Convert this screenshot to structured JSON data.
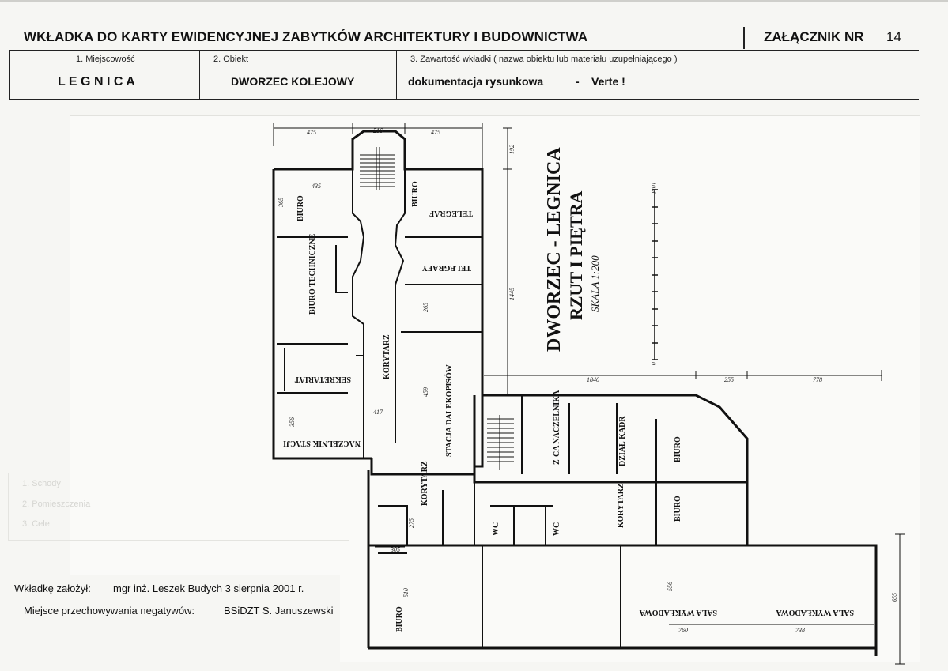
{
  "header": {
    "title": "WKŁADKA DO KARTY EWIDENCYJNEJ ZABYTKÓW ARCHITEKTURY I BUDOWNICTWA",
    "annex_label": "ZAŁĄCZNIK NR",
    "annex_number": "14"
  },
  "fields": {
    "place_label": "1. Miejscowość",
    "place_value": "L E G N I C A",
    "object_label": "2. Obiekt",
    "object_value": "DWORZEC KOLEJOWY",
    "content_label": "3. Zawartość wkładki ( nazwa obiektu lub materiału uzupełniającego )",
    "content_value": "dokumentacja rysunkowa",
    "content_dash": "-",
    "content_verte": "Verte !"
  },
  "plan": {
    "title_line1": "DWORZEC - LEGNICA",
    "title_line2": "RZUT I PIĘTRA",
    "scale": "SKALA 1:200",
    "scale_top": "10M",
    "scale_zero": "0",
    "rooms": {
      "biuro_top": "BIURO",
      "biuro_top2": "BIURO",
      "biuro_tech": "BIURO TECHNICZNE",
      "telegraf": "TELEGRAF",
      "telegrafy": "TELEGRAFY",
      "korytarz_main": "KORYTARZ",
      "sekretariat": "SEKRETARIAT",
      "naczelnik_stacji": "NACZELNIK STACJI",
      "stacja_dalekopisow": "STACJA DALEKOPISÓW",
      "zca_naczelnika": "Z-CA NACZELNIKA",
      "dzial_kadr": "DZIAŁ KADR",
      "biuro_right": "BIURO",
      "biuro_right2": "BIURO",
      "korytarz_lower": "KORYTARZ",
      "korytarz_right": "KORYTARZ",
      "wc1": "WC",
      "wc2": "WC",
      "biuro_bottom": "BIURO",
      "sala1": "SALA WYKŁADOWA",
      "sala2": "SALA WYKŁADOWA"
    },
    "dims": {
      "d1": "475",
      "d2": "216",
      "d3": "475",
      "d4": "192",
      "d5": "435",
      "d6": "365",
      "d7": "1445",
      "d8": "265",
      "d9": "1840",
      "d10": "255",
      "d11": "778",
      "d12": "459",
      "d13": "356",
      "d14": "417",
      "d15": "760",
      "d16": "738",
      "d17": "655",
      "d18": "556",
      "d19": "510",
      "d20": "305",
      "d21": "275"
    }
  },
  "footer": {
    "founder_label": "Wkładkę założył:",
    "founder_value": "mgr inż. Leszek Budych  3 sierpnia 2001 r.",
    "storage_label": "Miejsce przechowywania negatywów:",
    "storage_value": "BSiDZT S. Januszewski"
  },
  "faint_text": {
    "line1": "1. Schody",
    "line2": "2. Pomieszczenia",
    "line3": "3. Cele"
  }
}
